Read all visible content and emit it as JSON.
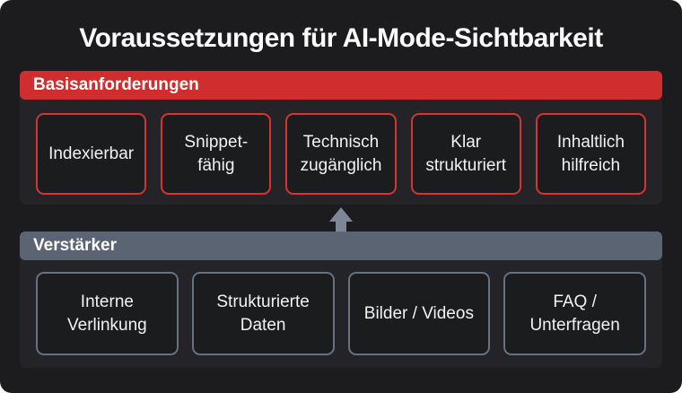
{
  "title": "Voraussetzungen für AI-Mode-Sichtbarkeit",
  "colors": {
    "card_background": "#1c1c1e",
    "panel_background": "#232328",
    "accent_red": "#d02e2e",
    "red_border": "#d43434",
    "slate": "#5b6472",
    "slate_border": "#67717f",
    "arrow_gray": "#7d8795",
    "text": "#fafafa"
  },
  "icons": {
    "arrow": "up-arrow"
  },
  "sections": [
    {
      "id": "basisanforderungen",
      "header": "Basisanforderungen",
      "items": [
        "Indexierbar",
        "Snippet-fähig",
        "Technisch zugänglich",
        "Klar strukturiert",
        "Inhaltlich hilfreich"
      ]
    },
    {
      "id": "verstaerker",
      "header": "Verstärker",
      "items": [
        "Interne Verlinkung",
        "Strukturierte Daten",
        "Bilder / Videos",
        "FAQ / Unterfragen"
      ]
    }
  ]
}
